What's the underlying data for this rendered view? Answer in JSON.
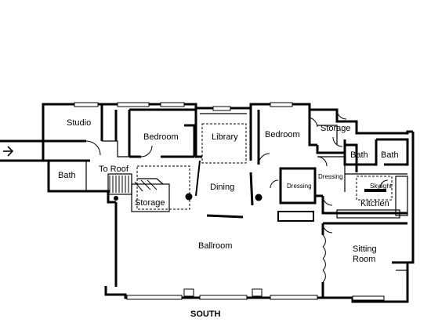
{
  "plan": {
    "rooms": {
      "studio": "Studio",
      "bedroom_left": "Bedroom",
      "library": "Library",
      "bedroom_right": "Bedroom",
      "storage_top": "Storage",
      "bath_left": "Bath",
      "to_roof": "To Roof",
      "dining": "Dining",
      "storage_mid": "Storage",
      "dressing_1": "Dressing",
      "dressing_2": "Dressing",
      "bath_right_1": "Bath",
      "bath_right_2": "Bath",
      "skylight": "Skylight",
      "kitchen": "Kitchen",
      "ballroom": "Ballroom",
      "sitting_room": "Sitting\nRoom",
      "sitting_room_line1": "Sitting",
      "sitting_room_line2": "Room"
    },
    "orientation": "SOUTH"
  },
  "icons": {
    "entry": "arrow-right-icon"
  }
}
